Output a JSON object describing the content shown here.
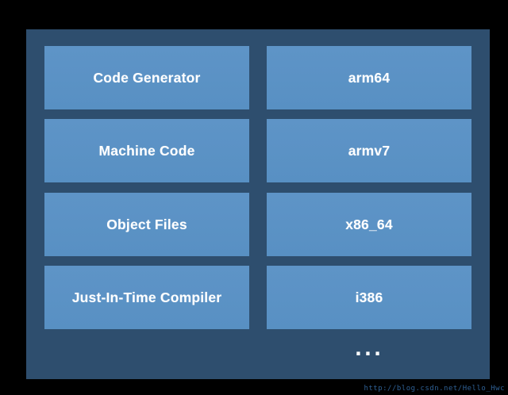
{
  "diagram": {
    "rows": [
      {
        "left": "Code Generator",
        "right": "arm64"
      },
      {
        "left": "Machine Code",
        "right": "armv7"
      },
      {
        "left": "Object Files",
        "right": "x86_64"
      },
      {
        "left": "Just-In-Time Compiler",
        "right": "i386"
      }
    ],
    "more_label": "..."
  },
  "watermark": {
    "text": "http://blog.csdn.net/Hello_Hwc"
  },
  "colors": {
    "background": "#000000",
    "panel": "#2e4e6e",
    "box": "#5b91c4",
    "box_text": "#ffffff",
    "watermark_text": "#2e6094"
  }
}
